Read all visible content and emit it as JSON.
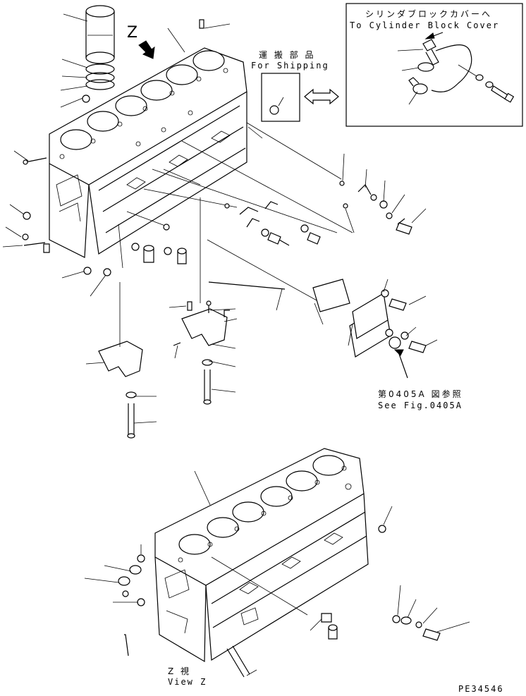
{
  "labels": {
    "top_cover_jp": "シリンダブロックカバーへ",
    "top_cover_en": "To Cylinder Block Cover",
    "shipping_jp": "運 搬 部 品",
    "shipping_en": "For Shipping",
    "see_fig_jp": "第0405A 図参照",
    "see_fig_en": "See Fig.0405A",
    "view_z_jp": "Z 視",
    "view_z_en": "View Z",
    "z_marker": "Z",
    "drawing_code": "PE34546"
  }
}
